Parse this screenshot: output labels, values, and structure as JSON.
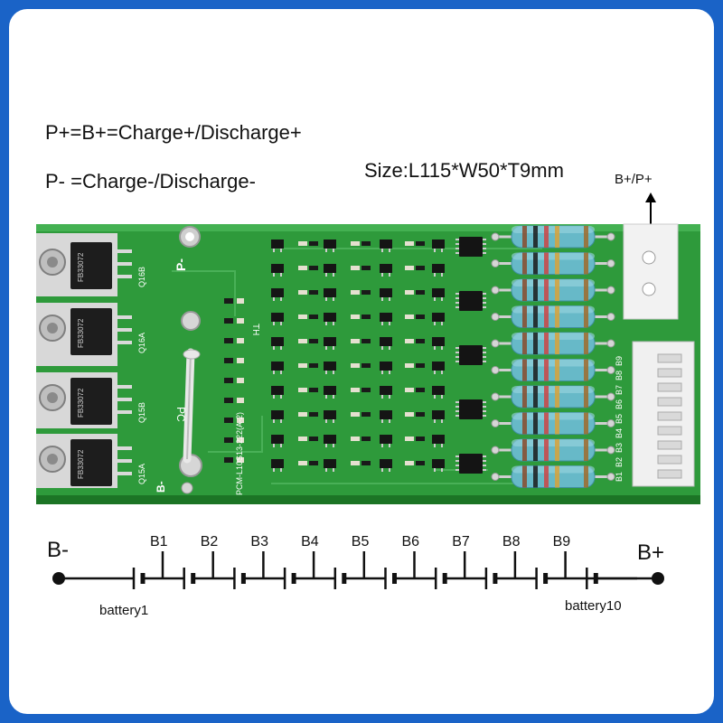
{
  "notes": {
    "line1": "P+=B+=Charge+/Discharge+",
    "line2": "P- =Charge-/Discharge-",
    "size": "Size:L115*W50*T9mm",
    "terminal": "B+/P+"
  },
  "board": {
    "label_p_minus": "P-",
    "label_b_minus": "B-",
    "label_pc": "PC",
    "label_th": "TH",
    "model_text": "PCM-L10S13-222(A-2)",
    "mosfets": [
      {
        "code": "FB33072",
        "ref": "Q16B"
      },
      {
        "code": "FB33072",
        "ref": "Q16A"
      },
      {
        "code": "FB33072",
        "ref": "Q15B"
      },
      {
        "code": "FB33072",
        "ref": "Q15A"
      }
    ],
    "connector_pins": [
      "B9",
      "B8",
      "B7",
      "B6",
      "B5",
      "B4",
      "B3",
      "B2",
      "B1"
    ],
    "resistor_count": 10,
    "colors": {
      "pcb": "#2f9b3c",
      "pcb_dark": "#1f7e2a",
      "resistor": "#67b9c8",
      "frame": "#1a63c7"
    }
  },
  "schematic": {
    "left_terminal": "B-",
    "right_terminal": "B+",
    "taps": [
      "B1",
      "B2",
      "B3",
      "B4",
      "B5",
      "B6",
      "B7",
      "B8",
      "B9"
    ],
    "left_caption": "battery1",
    "right_caption": "battery10"
  }
}
